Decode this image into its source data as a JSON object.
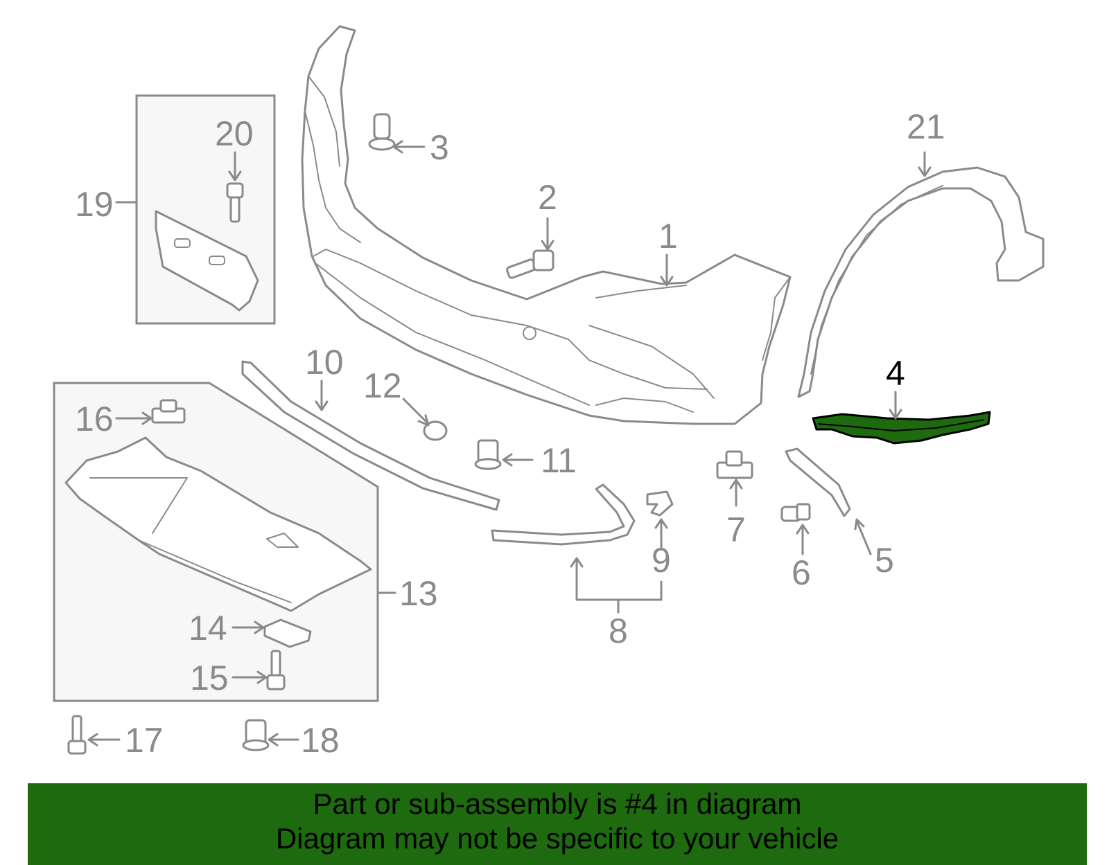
{
  "callouts": {
    "c1": "1",
    "c2": "2",
    "c3": "3",
    "c4": "4",
    "c5": "5",
    "c6": "6",
    "c7": "7",
    "c8": "8",
    "c9": "9",
    "c10": "10",
    "c11": "11",
    "c12": "12",
    "c13": "13",
    "c14": "14",
    "c15": "15",
    "c16": "16",
    "c17": "17",
    "c18": "18",
    "c19": "19",
    "c20": "20",
    "c21": "21"
  },
  "highlight": {
    "part": "4",
    "color": "#1e6a0e"
  },
  "banner": {
    "line1": "Part or sub-assembly is #4 in diagram",
    "line2": "Diagram may not be specific to your vehicle",
    "color": "#1e6a0e"
  },
  "colors": {
    "line": "#8a8a8a",
    "panel": "#f7f7f7"
  }
}
